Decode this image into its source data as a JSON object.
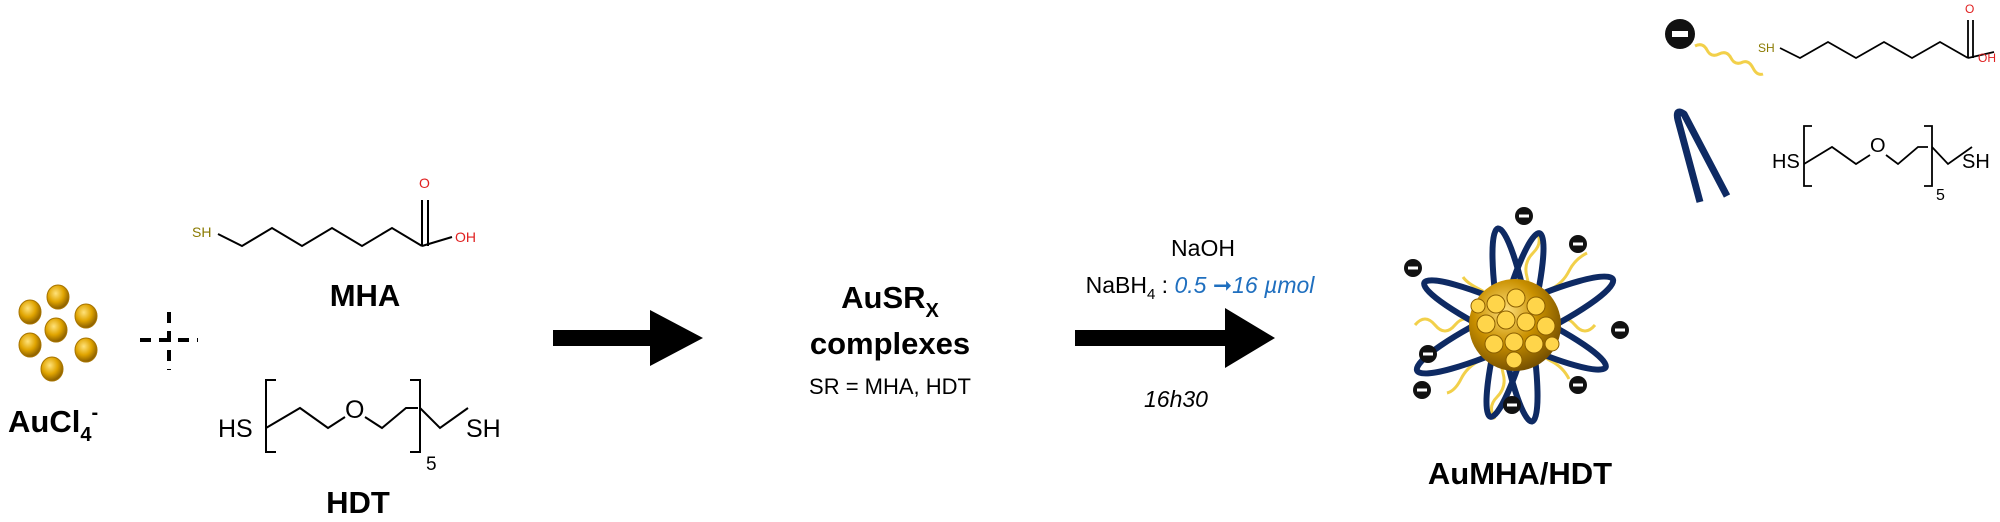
{
  "reagents": {
    "gold_precursor": {
      "base": "AuCl",
      "sub": "4",
      "sup": "-"
    },
    "plus_sign": "+",
    "mha": {
      "label": "MHA",
      "thiol": "SH",
      "carbonyl_o": "O",
      "hydroxyl": "OH"
    },
    "hdt": {
      "label": "HDT",
      "left_thiol": "HS",
      "ether_o": "O",
      "repeat": "5",
      "right_thiol": "SH"
    }
  },
  "intermediate": {
    "name_base": "AuSR",
    "name_sub": "X",
    "name_line2": "complexes",
    "note": "SR = MHA, HDT"
  },
  "conditions": {
    "base": "NaOH",
    "reductant_base": "NaBH",
    "reductant_sub": "4",
    "separator": " : ",
    "amount": "0.5 ➞16 µmol",
    "time": "16h30"
  },
  "product": {
    "label": "AuMHA/HDT"
  },
  "legend": {
    "mha_structure": {
      "thiol": "SH",
      "carbonyl_o": "O",
      "hydroxyl": "OH"
    },
    "hdt_structure": {
      "left_thiol": "HS",
      "ether_o": "O",
      "repeat": "5",
      "right_thiol": "SH"
    }
  },
  "colors": {
    "gold": "#f5b800",
    "gold_dark": "#b07c00",
    "ligand_wave": "#f2d04a",
    "hdt_loop": "#0e2a63",
    "arrow": "#000000",
    "amount_text": "#1f6fbf",
    "thiol_text": "#8a7a00",
    "oxygen_text": "#e02020"
  }
}
